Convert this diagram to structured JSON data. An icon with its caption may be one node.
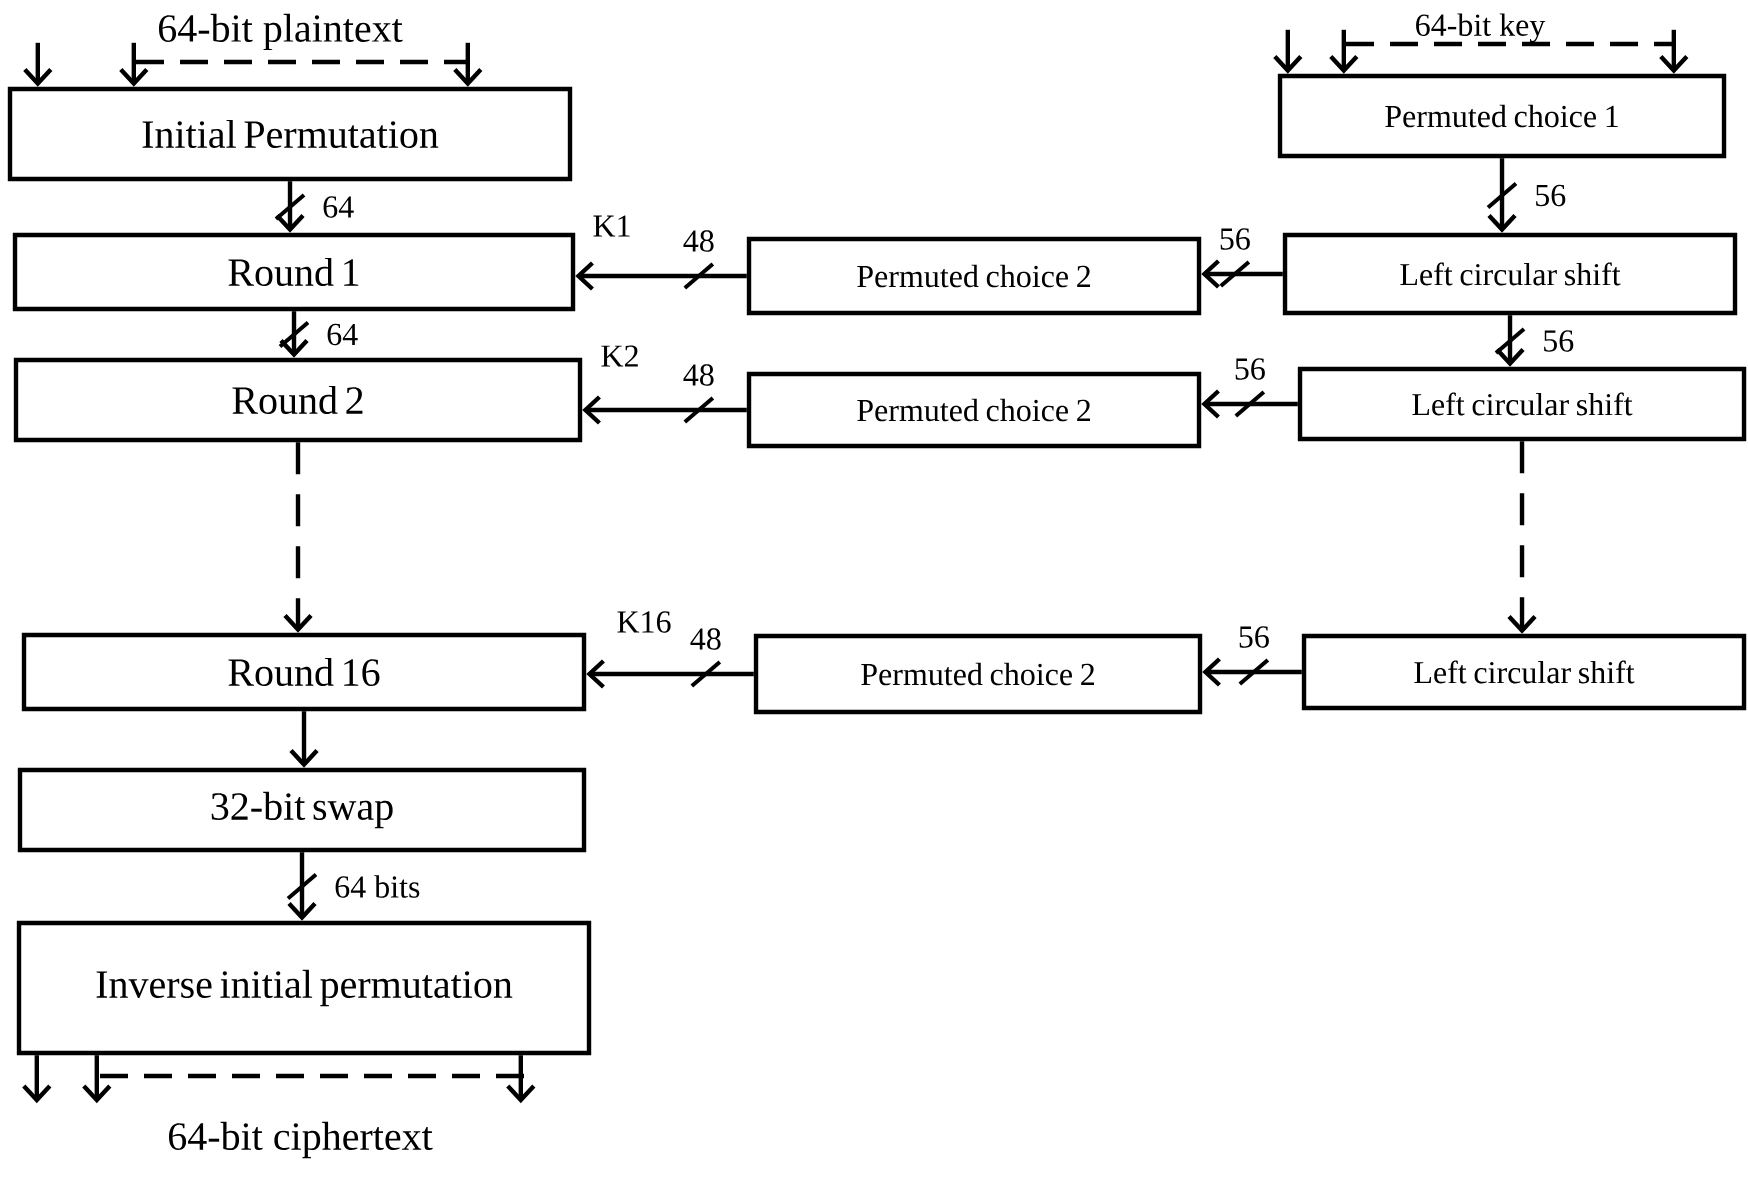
{
  "diagram": {
    "nodes": [
      {
        "text": [
          "Initial Permutation"
        ]
      },
      {
        "text": [
          "Permuted choice 1"
        ]
      },
      {
        "text": [
          "Round 1"
        ]
      },
      {
        "text": [
          "Permuted choice 2"
        ]
      },
      {
        "text": [
          "Left circular shift"
        ]
      },
      {
        "text": [
          "Round 2"
        ]
      },
      {
        "text": [
          "Permuted choice 2"
        ]
      },
      {
        "text": [
          "Left circular shift"
        ]
      },
      {
        "text": [
          "Round 16"
        ]
      },
      {
        "text": [
          "Permuted choice 2"
        ]
      },
      {
        "text": [
          "Left circular shift"
        ]
      },
      {
        "text": [
          "32-bit swap"
        ]
      },
      {
        "text": [
          "Inverse initial permutation"
        ]
      }
    ],
    "edges": [
      {
        "from": null,
        "to": 0,
        "arrow": "to"
      },
      {
        "from": null,
        "to": 0,
        "arrow": "to"
      },
      {
        "from": null,
        "to": 0,
        "arrow": "to"
      },
      {
        "from": 0,
        "to": 2,
        "arrow": "to",
        "label": "64"
      },
      {
        "from": 2,
        "to": 5,
        "arrow": "to",
        "label": "64"
      },
      {
        "from": 5,
        "to": 8,
        "arrow": "to",
        "style": "dashed"
      },
      {
        "from": 8,
        "to": 11,
        "arrow": "to"
      },
      {
        "from": 11,
        "to": 12,
        "arrow": "to",
        "label": "64 bits"
      },
      {
        "from": 12,
        "to": null,
        "arrow": "to"
      },
      {
        "from": 12,
        "to": null,
        "arrow": "to"
      },
      {
        "from": 12,
        "to": null,
        "arrow": "to"
      },
      {
        "from": null,
        "to": 1,
        "arrow": "to"
      },
      {
        "from": null,
        "to": 1,
        "arrow": "to"
      },
      {
        "from": null,
        "to": 1,
        "arrow": "to"
      },
      {
        "from": 1,
        "to": 4,
        "arrow": "to",
        "label": "56"
      },
      {
        "from": 4,
        "to": 3,
        "arrow": "to",
        "label": "56"
      },
      {
        "from": 3,
        "to": 2,
        "arrow": "to",
        "label": "48"
      },
      {
        "from": 4,
        "to": 7,
        "arrow": "to",
        "label": "56"
      },
      {
        "from": 7,
        "to": 6,
        "arrow": "to",
        "label": "56"
      },
      {
        "from": 6,
        "to": 5,
        "arrow": "to",
        "label": "48"
      },
      {
        "from": 7,
        "to": 10,
        "arrow": "to",
        "style": "dashed"
      },
      {
        "from": 10,
        "to": 9,
        "arrow": "to",
        "label": "56"
      },
      {
        "from": 9,
        "to": 8,
        "arrow": "to",
        "label": "48"
      }
    ],
    "labels": [
      "64-bit plaintext",
      "64-bit key",
      "K1",
      "K2",
      "K16",
      "64-bit ciphertext"
    ]
  }
}
